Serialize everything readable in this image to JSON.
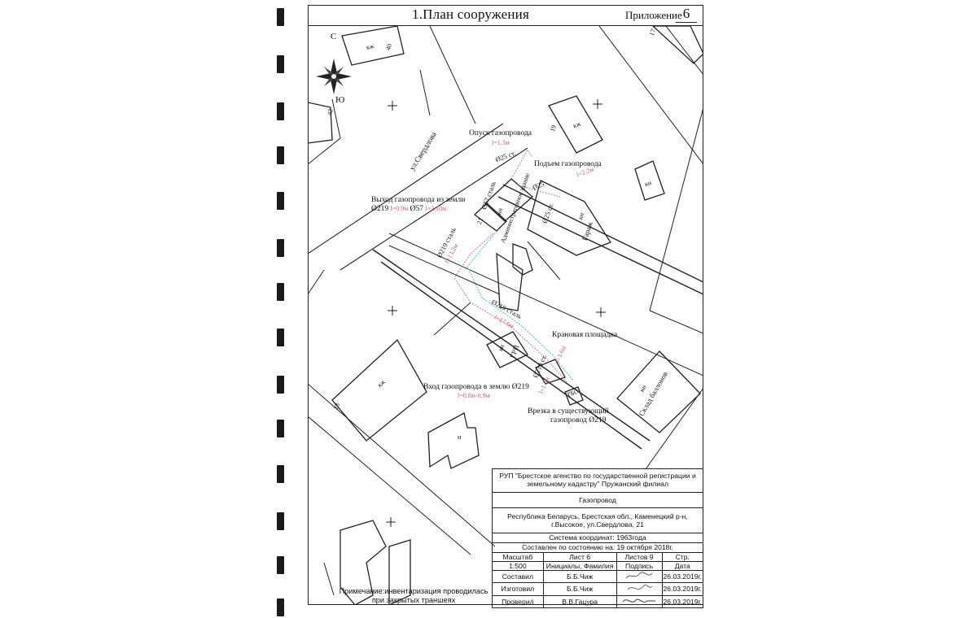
{
  "header": {
    "title": "1.План сооружения",
    "appendix_label": "Приложение",
    "appendix_number": "6"
  },
  "compass": {
    "north": "С",
    "south": "Ю"
  },
  "map_labels": {
    "street": "ул.Свердлова",
    "house_40": "40",
    "house_40_type": "кж",
    "house_42": "42",
    "house_19": "19",
    "house_19_type": "кж",
    "house_17": "17",
    "house_23": "23",
    "house_23_type": "кж",
    "kn_small": "кн",
    "kn_shed": "н",
    "admin_num": "21",
    "admin_type": "кн",
    "admin_name": "Административное здание",
    "garage_type": "кн",
    "garage_name": "Гараж",
    "grp_type": "кн",
    "grp_name": "ГРП",
    "warehouse_type": "кн",
    "warehouse_name": "Склад баллонов",
    "tbo": "ТБО"
  },
  "annotations": {
    "descent": "Опуск газопровода",
    "descent_len": "l=1.3м",
    "rise": "Подъем газопровода",
    "rise_len": "l=2.2м",
    "exit_line1": "Выход газопровода из земли",
    "exit_line2a": "Ø219",
    "exit_len_a": "l=0.9м",
    "exit_line2b": "Ø57",
    "exit_len_b": "l=2.10м",
    "crane": "Крановая площадка",
    "entry": "Вход газопровода в землю Ø219",
    "entry_len": "l=0.8м-0.9м",
    "tie_line1": "Врезка в существующий",
    "tie_line2": "газопровод Ø219",
    "pipe_57": "Ø57 сталь",
    "pipe_25a": "Ø25 ст.",
    "pipe_25b": "Ø25",
    "pipe_25c": "Ø25 ст.",
    "pipe_219a": "Ø219 сталь",
    "pipe_219b": "Ø219 сталь",
    "pipe_219c": "Ø219 ст.",
    "len_13_2": "l=13.2м",
    "len_17_6": "l=17.6м",
    "len_1_5": "l=1.5м",
    "len_3_6": "l=3.6м"
  },
  "title_block": {
    "org": "РУП \"Брестское агенство по государственной регистрации и земельному кадастру\" Пружанский филиал",
    "object": "Газопровод",
    "address": "Республика Беларусь, Брестская обл., Каменецкий р-н, г.Высокое, ул.Свердлова, 21",
    "coord_system": "Система координат: 1963года",
    "compiled_as_of": "Составлен по состоянию на: 19 октября 2018г.",
    "headers": [
      "Масштаб",
      "Лист 6",
      "Листов 9",
      "Стр."
    ],
    "scale": "1:500",
    "sub_headers": [
      "Инициалы, Фамилия",
      "Подпись",
      "Дата"
    ],
    "rows": [
      {
        "role": "Составил",
        "name": "Б.Б.Чиж",
        "date": "26.03.2019г."
      },
      {
        "role": "Изготовил",
        "name": "Б.Б.Чиж",
        "date": "26.03.2019г."
      },
      {
        "role": "Проверил",
        "name": "В.В.Гацура",
        "date": "26.03.2019г."
      }
    ]
  },
  "note": "Примечание:инвентаризация проводилась при закрытых траншеях",
  "colors": {
    "line": "#222222",
    "red_label": "#d06070",
    "pink_route": "#d070a8",
    "cyan_route": "#40c0c8"
  }
}
